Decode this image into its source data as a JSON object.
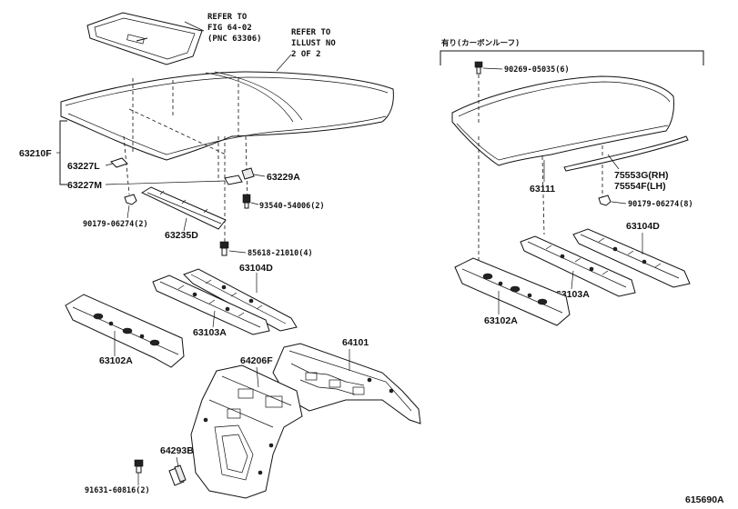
{
  "refer_notes": {
    "fig": [
      "REFER TO",
      "FIG 64-02",
      "(PNC 63306)"
    ],
    "illust": [
      "REFER TO",
      "ILLUST NO",
      "2 OF 2"
    ]
  },
  "carbon_roof_label": "有り(カーボンルーフ)",
  "parts": {
    "p63210F": "63210F",
    "p63227L": "63227L",
    "p63227M": "63227M",
    "p63229A": "63229A",
    "p93540": "93540-54006(2)",
    "p90179_left": "90179-06274(2)",
    "p63235D": "63235D",
    "p85618": "85618-21010(4)",
    "p63104D_left": "63104D",
    "p63103A_left": "63103A",
    "p63102A_left": "63102A",
    "p64101": "64101",
    "p64206F": "64206F",
    "p64293B": "64293B",
    "p91631": "91631-60816(2)",
    "p90269": "90269-05035(6)",
    "p63111": "63111",
    "p75553G": "75553G(RH)",
    "p75554F": "75554F(LH)",
    "p90179_right": "90179-06274(8)",
    "p63104D_right": "63104D",
    "p63103A_right": "63103A",
    "p63102A_right": "63102A"
  },
  "diagram_code": "615690A"
}
